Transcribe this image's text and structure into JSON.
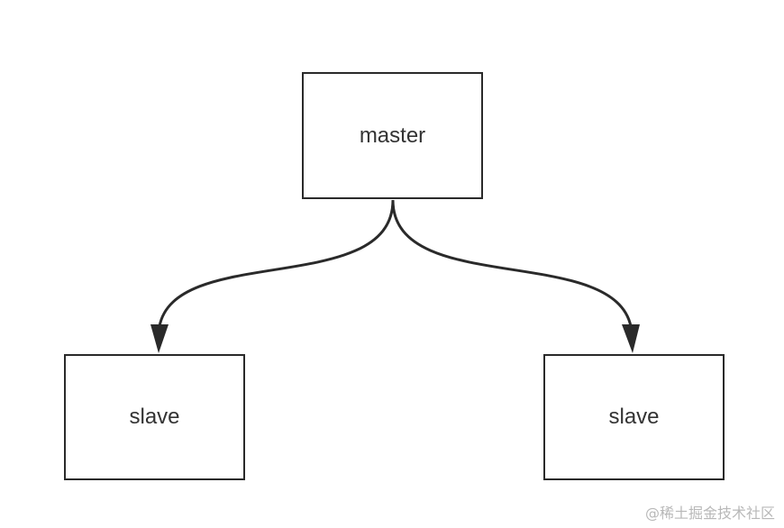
{
  "nodes": {
    "master": {
      "label": "master"
    },
    "slave_left": {
      "label": "slave"
    },
    "slave_right": {
      "label": "slave"
    }
  },
  "edges": [
    {
      "from": "master",
      "to": "slave_left"
    },
    {
      "from": "master",
      "to": "slave_right"
    }
  ],
  "colors": {
    "stroke": "#2a2a2a",
    "text": "#333333",
    "watermark": "#b8b8b8"
  },
  "watermark": {
    "text": "@稀土掘金技术社区"
  }
}
